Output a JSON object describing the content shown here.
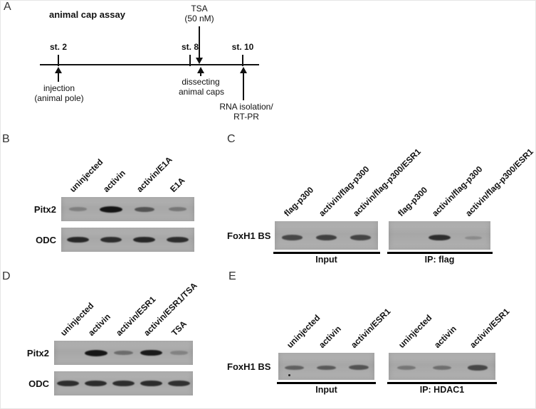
{
  "panelA": {
    "letter": "A",
    "title": "animal cap assay",
    "stages": [
      "st. 2",
      "st. 8",
      "st. 10"
    ],
    "tsa": [
      "TSA",
      "(50 nM)"
    ],
    "injection": [
      "injection",
      "(animal pole)"
    ],
    "dissect": [
      "dissecting",
      "animal caps"
    ],
    "rna": [
      "RNA isolation/",
      "RT-PR"
    ]
  },
  "panelB": {
    "letter": "B",
    "lane_labels": [
      "uninjected",
      "activin",
      "activin/E1A",
      "E1A"
    ],
    "rows": [
      {
        "label": "Pitx2",
        "bands": [
          0.15,
          1.0,
          0.5,
          0.22
        ]
      },
      {
        "label": "ODC",
        "bands": [
          0.85,
          0.8,
          0.85,
          0.8
        ]
      }
    ]
  },
  "panelC": {
    "letter": "C",
    "row_label": "FoxH1 BS",
    "gels": [
      {
        "caption": "Input",
        "lane_labels": [
          "flag-p300",
          "activin/flag-p300",
          "activin/flag-p300/ESR1"
        ],
        "bands": [
          0.6,
          0.65,
          0.62
        ]
      },
      {
        "caption": "IP: flag",
        "lane_labels": [
          "flag-p300",
          "activin/flag-p300",
          "activin/flag-p300/ESR1"
        ],
        "bands": [
          0.0,
          0.8,
          0.06
        ]
      }
    ]
  },
  "panelD": {
    "letter": "D",
    "lane_labels": [
      "uninjected",
      "activin",
      "activin/ESR1",
      "activin/ESR1/TSA",
      "TSA"
    ],
    "rows": [
      {
        "label": "Pitx2",
        "bands": [
          0.0,
          1.0,
          0.3,
          0.95,
          0.12
        ]
      },
      {
        "label": "ODC",
        "bands": [
          0.8,
          0.82,
          0.8,
          0.82,
          0.78
        ]
      }
    ]
  },
  "panelE": {
    "letter": "E",
    "row_label": "FoxH1 BS",
    "gels": [
      {
        "caption": "Input",
        "lane_labels": [
          "uninjected",
          "activin",
          "activin/ESR1"
        ],
        "bands": [
          0.4,
          0.45,
          0.5
        ]
      },
      {
        "caption": "IP: HDAC1",
        "lane_labels": [
          "uninjected",
          "activin",
          "activin/ESR1"
        ],
        "bands": [
          0.22,
          0.28,
          0.6
        ]
      }
    ]
  }
}
